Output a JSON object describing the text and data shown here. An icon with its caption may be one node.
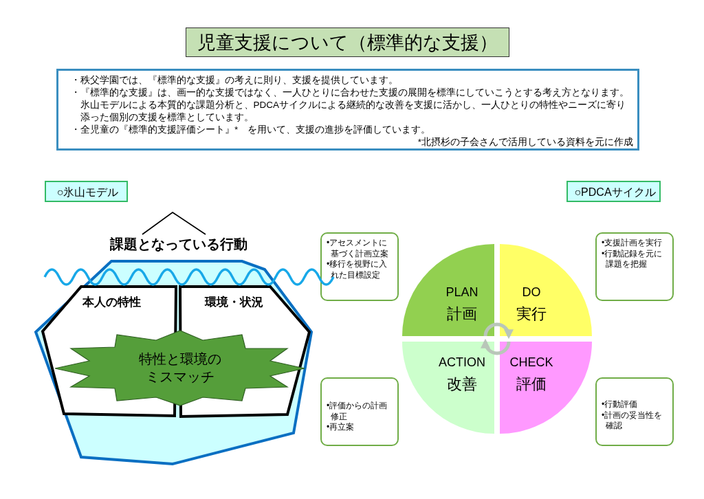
{
  "diagram": {
    "title": "児童支援について（標準的な支援）",
    "nodes": [
      {
        "text": [
          "・秩父学園では、『標準的な支援』の考えに則り、支援を提供しています。",
          "・『標準的な支援』は、画一的な支援ではなく、一人ひとりに合わせた支援の展開を標準にしていこうとする考え方となります。氷山モデルによる本質的な課題分析と、PDCAサイクルによる継続的な改善を支援に活かし、一人ひとりの特性やニーズに寄り添った個別の支援を標準としています。",
          "・全児童の『標準的支援評価シート』*　を用いて、支援の進捗を評価しています。",
          "*北摂杉の子会さんで活用している資料を元に作成"
        ]
      },
      {
        "text": [
          "○氷山モデル"
        ]
      },
      {
        "text": [
          "○PDCAサイクル"
        ]
      },
      {
        "text": [
          "課題となっている行動"
        ]
      },
      {
        "text": [
          "本人の特性"
        ],
        "in": 3
      },
      {
        "text": [
          "環境・状況"
        ],
        "in": 3
      },
      {
        "text": [
          "特性と環境のミスマッチ"
        ],
        "in": 3
      },
      {
        "text": [
          "•アセスメントに基づく計画立案",
          "•移行を視野に入れた目標設定"
        ]
      },
      {
        "text": [
          "•支援計画を実行",
          "•行動記録を元に課題を把握"
        ]
      },
      {
        "text": [
          "PLAN",
          "計画"
        ]
      },
      {
        "text": [
          "DO",
          "実行"
        ]
      },
      {
        "text": [
          "ACTION",
          "改善"
        ]
      },
      {
        "text": [
          "CHECK",
          "評価"
        ]
      },
      {
        "text": [
          "•評価からの計画修正",
          "•再立案"
        ]
      },
      {
        "text": [
          "•行動評価",
          "•計画の妥当性を確認"
        ]
      }
    ],
    "edges": [
      {
        "from": 9,
        "to": 10,
        "arrow": "to"
      },
      {
        "from": 12,
        "to": 11,
        "arrow": "to"
      }
    ]
  }
}
